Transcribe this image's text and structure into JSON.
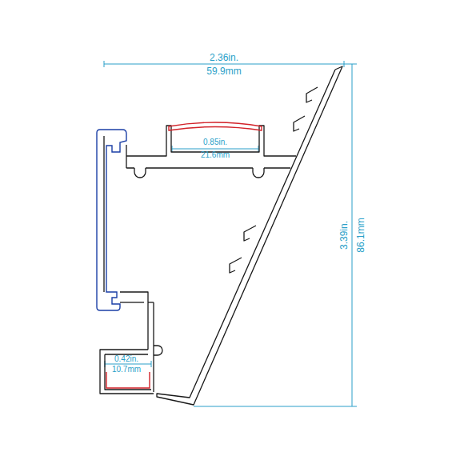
{
  "diagram": {
    "labels": [
      "2.36in.",
      "59.9mm",
      "0.85in.",
      "21.6mm",
      "3.39in.",
      "86.1mm",
      "0.42in.",
      "10.7mm"
    ]
  }
}
